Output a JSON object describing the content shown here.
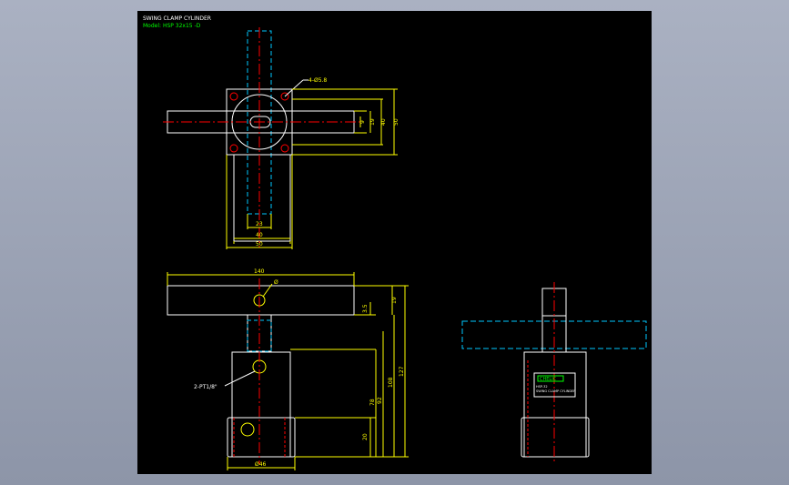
{
  "drawing": {
    "title": "SWING CLAMP CYLINDER",
    "model": "Model: HSP 32x15 -D"
  },
  "top_view": {
    "hole_callout": "4-Ø5.8",
    "dim_right": [
      "9",
      "19",
      "40",
      "50"
    ],
    "dim_bottom": [
      "23",
      "40",
      "50"
    ]
  },
  "front_view": {
    "dim_arm_length": "140",
    "dim_hole": "Ø",
    "dim_arm_thick": "3.5",
    "dim_arm_height": "19",
    "port_callout": "2-PT1/8\"",
    "dim_heights": [
      "20",
      "78",
      "92",
      "108",
      "127"
    ],
    "dim_base": "Ø46"
  },
  "side_view": {
    "nameplate_brand": "CHELIC",
    "nameplate_line1": "HSP-32",
    "nameplate_line2": "SWING CLAMP CYLINDER"
  },
  "colors": {
    "background": "#000000",
    "outline": "#ffffff",
    "dimension": "#ffff00",
    "centerline": "#ff0000",
    "hidden": "#00c8ff",
    "title": "#ffffff",
    "model": "#00ff00",
    "hole_fill": "#ff0000"
  }
}
